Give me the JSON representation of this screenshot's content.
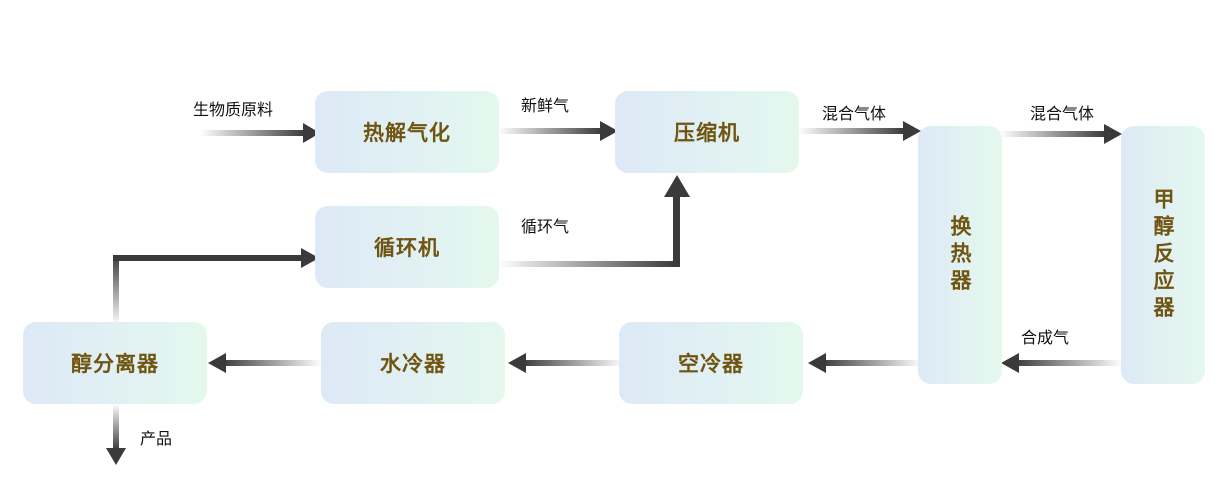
{
  "nodes": {
    "pyrolysis": "热解气化",
    "compressor": "压缩机",
    "recycler": "循环机",
    "heat_exchanger": "换热器",
    "methanol_reactor": "甲醇反应器",
    "alcohol_separator": "醇分离器",
    "water_cooler": "水冷器",
    "air_cooler": "空冷器"
  },
  "labels": {
    "feedstock": "生物质原料",
    "fresh_gas": "新鲜气",
    "recycle_gas": "循环气",
    "mixed_gas_1": "混合气体",
    "mixed_gas_2": "混合气体",
    "syngas": "合成气",
    "product": "产品"
  },
  "colors": {
    "box_fill_left": "#dde9f6",
    "box_fill_right": "#e4f8ee",
    "box_text": "#6f5511",
    "arrow_dark": "#3a3a3a"
  }
}
